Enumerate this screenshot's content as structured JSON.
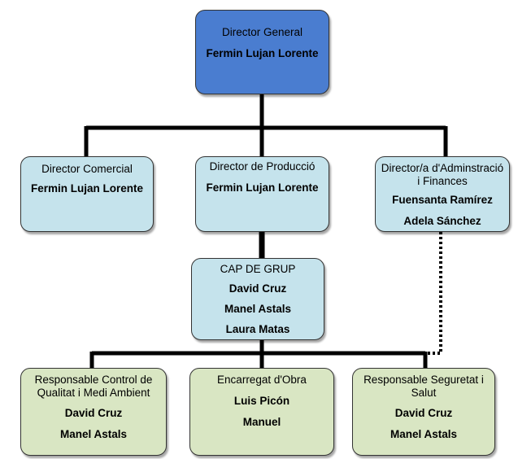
{
  "colors": {
    "director_general_fill": "#4a7dd0",
    "directors_fill": "#c5e3ec",
    "responsables_fill": "#d9e6c3",
    "connector": "#000000"
  },
  "director_general": {
    "title": "Director General",
    "names": [
      "Fermin Lujan Lorente"
    ]
  },
  "director_comercial": {
    "title": "Director Comercial",
    "names": [
      "Fermin Lujan Lorente"
    ]
  },
  "director_produccio": {
    "title": "Director de Producció",
    "names": [
      "Fermin Lujan Lorente"
    ]
  },
  "director_administracio": {
    "title_lines": [
      "Director/a d'Adminstració",
      "i Finances"
    ],
    "names": [
      "Fuensanta Ramírez",
      "Adela Sánchez"
    ]
  },
  "cap_de_grup": {
    "title": "CAP DE GRUP",
    "names": [
      "David Cruz",
      "Manel Astals",
      "Laura Matas"
    ]
  },
  "responsable_qualitat": {
    "title_lines": [
      "Responsable Control de",
      "Qualitat i Medi Ambient"
    ],
    "names": [
      "David Cruz",
      "Manel Astals"
    ]
  },
  "encarregat_obra": {
    "title": "Encarregat d'Obra",
    "names": [
      "Luis Picón",
      "Manuel"
    ]
  },
  "responsable_seguretat": {
    "title_lines": [
      "Responsable Seguretat i",
      "Salut"
    ],
    "names": [
      "David Cruz",
      "Manel Astals"
    ]
  }
}
